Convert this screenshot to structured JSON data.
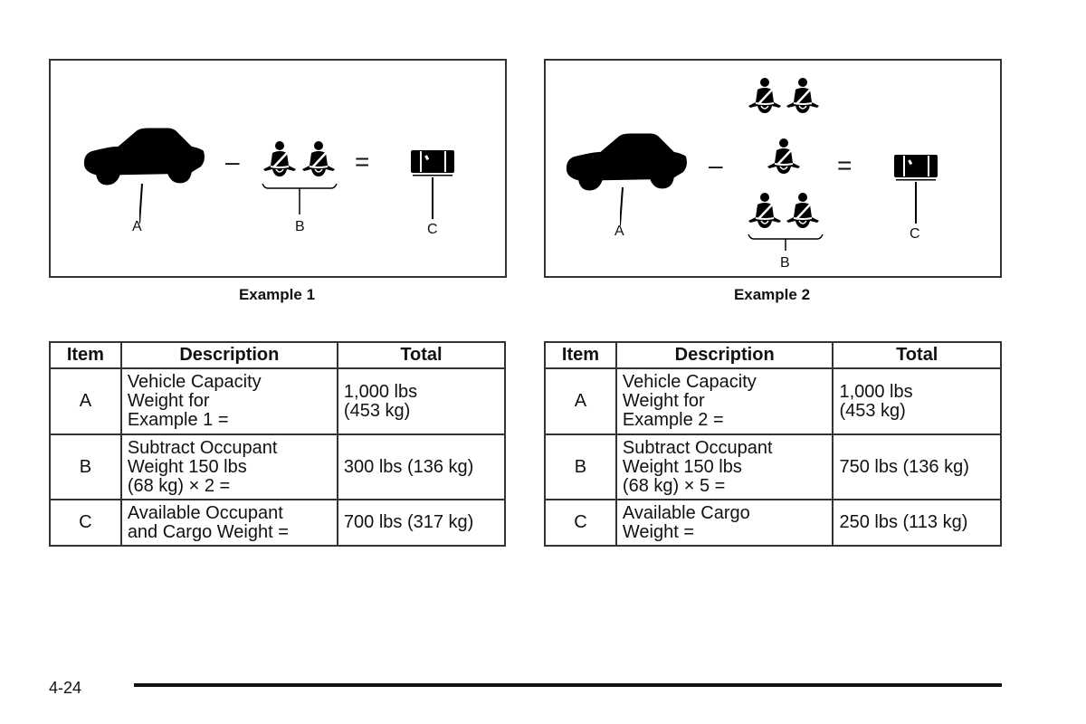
{
  "examples": [
    {
      "caption": "Example 1",
      "labels": {
        "a": "A",
        "b": "B",
        "c": "C"
      },
      "minus": "–",
      "equals": "=",
      "table": {
        "headers": [
          "Item",
          "Description",
          "Total"
        ],
        "rows": [
          {
            "item": "A",
            "description": [
              "Vehicle Capacity",
              "Weight for",
              "Example 1 ="
            ],
            "total": [
              "1,000 lbs",
              "(453 kg)"
            ]
          },
          {
            "item": "B",
            "description": [
              "Subtract Occupant",
              "Weight 150 lbs",
              "(68 kg) × 2 ="
            ],
            "total": [
              "300 lbs (136 kg)"
            ]
          },
          {
            "item": "C",
            "description": [
              "Available Occupant",
              "and Cargo Weight ="
            ],
            "total": [
              "700 lbs (317 kg)"
            ]
          }
        ]
      }
    },
    {
      "caption": "Example 2",
      "labels": {
        "a": "A",
        "b": "B",
        "c": "C"
      },
      "minus": "–",
      "equals": "=",
      "table": {
        "headers": [
          "Item",
          "Description",
          "Total"
        ],
        "rows": [
          {
            "item": "A",
            "description": [
              "Vehicle Capacity",
              "Weight for",
              "Example 2 ="
            ],
            "total": [
              "1,000 lbs",
              "(453 kg)"
            ]
          },
          {
            "item": "B",
            "description": [
              "Subtract Occupant",
              "Weight 150 lbs",
              "(68 kg) × 5 ="
            ],
            "total": [
              "750 lbs (136 kg)"
            ]
          },
          {
            "item": "C",
            "description": [
              "Available Cargo",
              "Weight ="
            ],
            "total": [
              "250 lbs (113 kg)"
            ]
          }
        ]
      }
    }
  ],
  "footer": {
    "page_number": "4-24"
  }
}
